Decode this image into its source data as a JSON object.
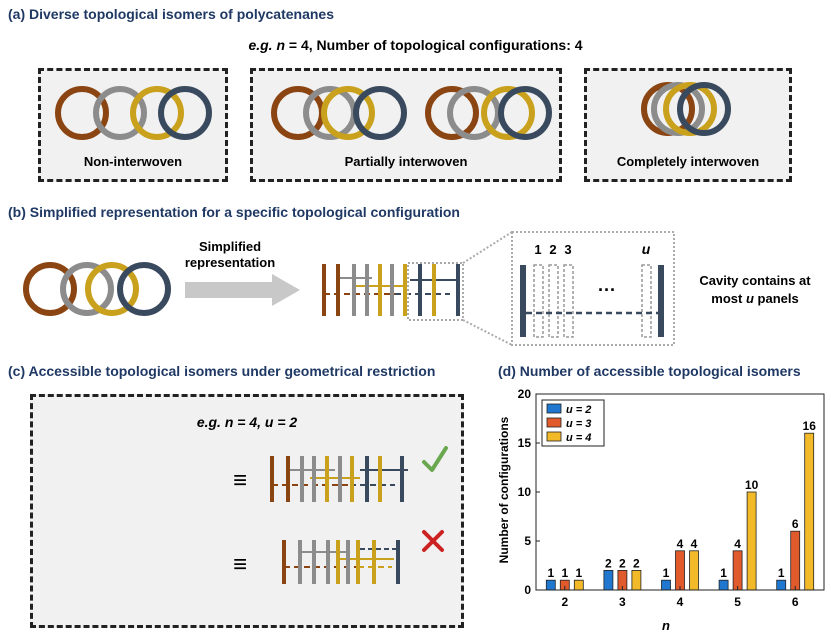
{
  "colors": {
    "brown": "#8b4513",
    "gray": "#8c8c8c",
    "gold": "#c9a11c",
    "navy": "#3a4a5e",
    "title": "#1f3864",
    "check": "#6aa84f",
    "cross": "#cc2222"
  },
  "panel_a": {
    "title": "(a) Diverse topological isomers of polycatenanes",
    "example_prefix": "e.g. n",
    "example_rest": " = 4, Number of topological configurations: 4",
    "boxes": [
      "Non-interwoven",
      "Partially interwoven",
      "Completely interwoven"
    ]
  },
  "panel_b": {
    "title": "(b) Simplified representation for a specific topological configuration",
    "arrow_label_1": "Simplified",
    "arrow_label_2": "representation",
    "panel_numbers": [
      "1",
      "2",
      "3"
    ],
    "u_label": "u",
    "ellipsis": "···",
    "cavity_1": "Cavity contains at",
    "cavity_2_prefix": "most ",
    "cavity_2_var": "u",
    "cavity_2_suffix": " panels"
  },
  "panel_c": {
    "title": "(c) Accessible topological isomers under geometrical restriction",
    "example": "e.g. n = 4, u = 2",
    "equiv": "≡"
  },
  "panel_d": {
    "title": "(d) Number of accessible topological isomers"
  },
  "chart_data": {
    "type": "bar",
    "categories": [
      "2",
      "3",
      "4",
      "5",
      "6"
    ],
    "series": [
      {
        "name": "u = 2",
        "color": "#1f77d0",
        "values": [
          1,
          2,
          1,
          1,
          1
        ]
      },
      {
        "name": "u = 3",
        "color": "#e05a2b",
        "values": [
          1,
          2,
          4,
          4,
          6
        ]
      },
      {
        "name": "u = 4",
        "color": "#f2b929",
        "values": [
          1,
          2,
          4,
          10,
          16
        ]
      }
    ],
    "xlabel": "n",
    "ylabel": "Number of configurations",
    "ylim": [
      0,
      20
    ],
    "yticks": [
      0,
      5,
      10,
      15,
      20
    ],
    "legend_position": "top-left"
  }
}
